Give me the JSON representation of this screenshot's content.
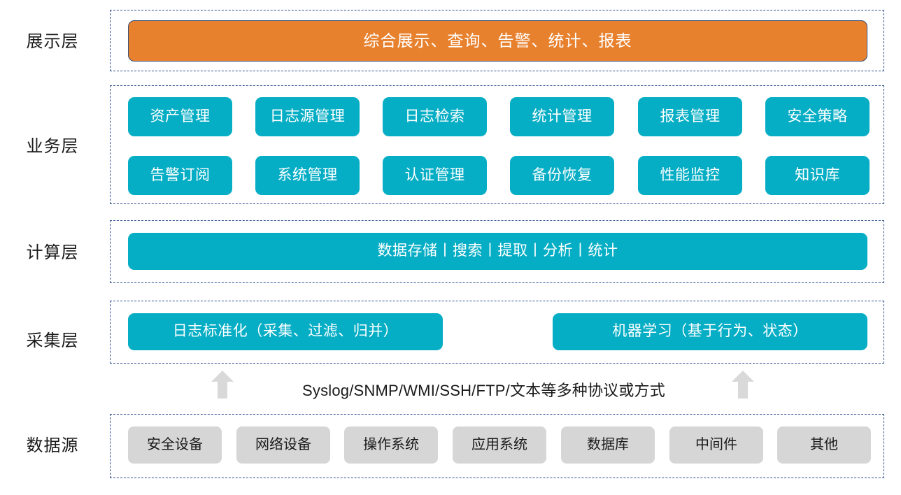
{
  "diagram": {
    "title_present": false,
    "colors": {
      "accent_orange": "#E8812E",
      "accent_teal": "#06AEC5",
      "source_gray": "#D6D6D6",
      "dashed_border": "#2F4F8F",
      "arrow_gray": "#D9D9D9",
      "text_light": "#FFFFFF",
      "text_dark": "#1A1A1A"
    },
    "layers": [
      {
        "id": "presentation",
        "label": "展示层",
        "boxes": [
          {
            "text": "综合展示、查询、告警、统计、报表",
            "style": "orange"
          }
        ]
      },
      {
        "id": "business",
        "label": "业务层",
        "rows": [
          [
            {
              "text": "资产管理"
            },
            {
              "text": "日志源管理"
            },
            {
              "text": "日志检索"
            },
            {
              "text": "统计管理"
            },
            {
              "text": "报表管理"
            },
            {
              "text": "安全策略"
            }
          ],
          [
            {
              "text": "告警订阅"
            },
            {
              "text": "系统管理"
            },
            {
              "text": "认证管理"
            },
            {
              "text": "备份恢复"
            },
            {
              "text": "性能监控"
            },
            {
              "text": "知识库"
            }
          ]
        ]
      },
      {
        "id": "computing",
        "label": "计算层",
        "boxes": [
          {
            "text": "数据存储丨搜索丨提取丨分析丨统计",
            "style": "teal"
          }
        ]
      },
      {
        "id": "collection",
        "label": "采集层",
        "boxes": [
          {
            "text": "日志标准化（采集、过滤、归并）",
            "style": "teal"
          },
          {
            "text": "机器学习（基于行为、状态）",
            "style": "teal"
          }
        ]
      },
      {
        "id": "datasource",
        "label": "数据源",
        "boxes": [
          {
            "text": "安全设备"
          },
          {
            "text": "网络设备"
          },
          {
            "text": "操作系统"
          },
          {
            "text": "应用系统"
          },
          {
            "text": "数据库"
          },
          {
            "text": "中间件"
          },
          {
            "text": "其他"
          }
        ]
      }
    ],
    "connector": {
      "protocol_text": "Syslog/SNMP/WMI/SSH/FTP/文本等多种协议或方式",
      "arrows": [
        "arrow-up-left",
        "arrow-up-right"
      ]
    }
  }
}
